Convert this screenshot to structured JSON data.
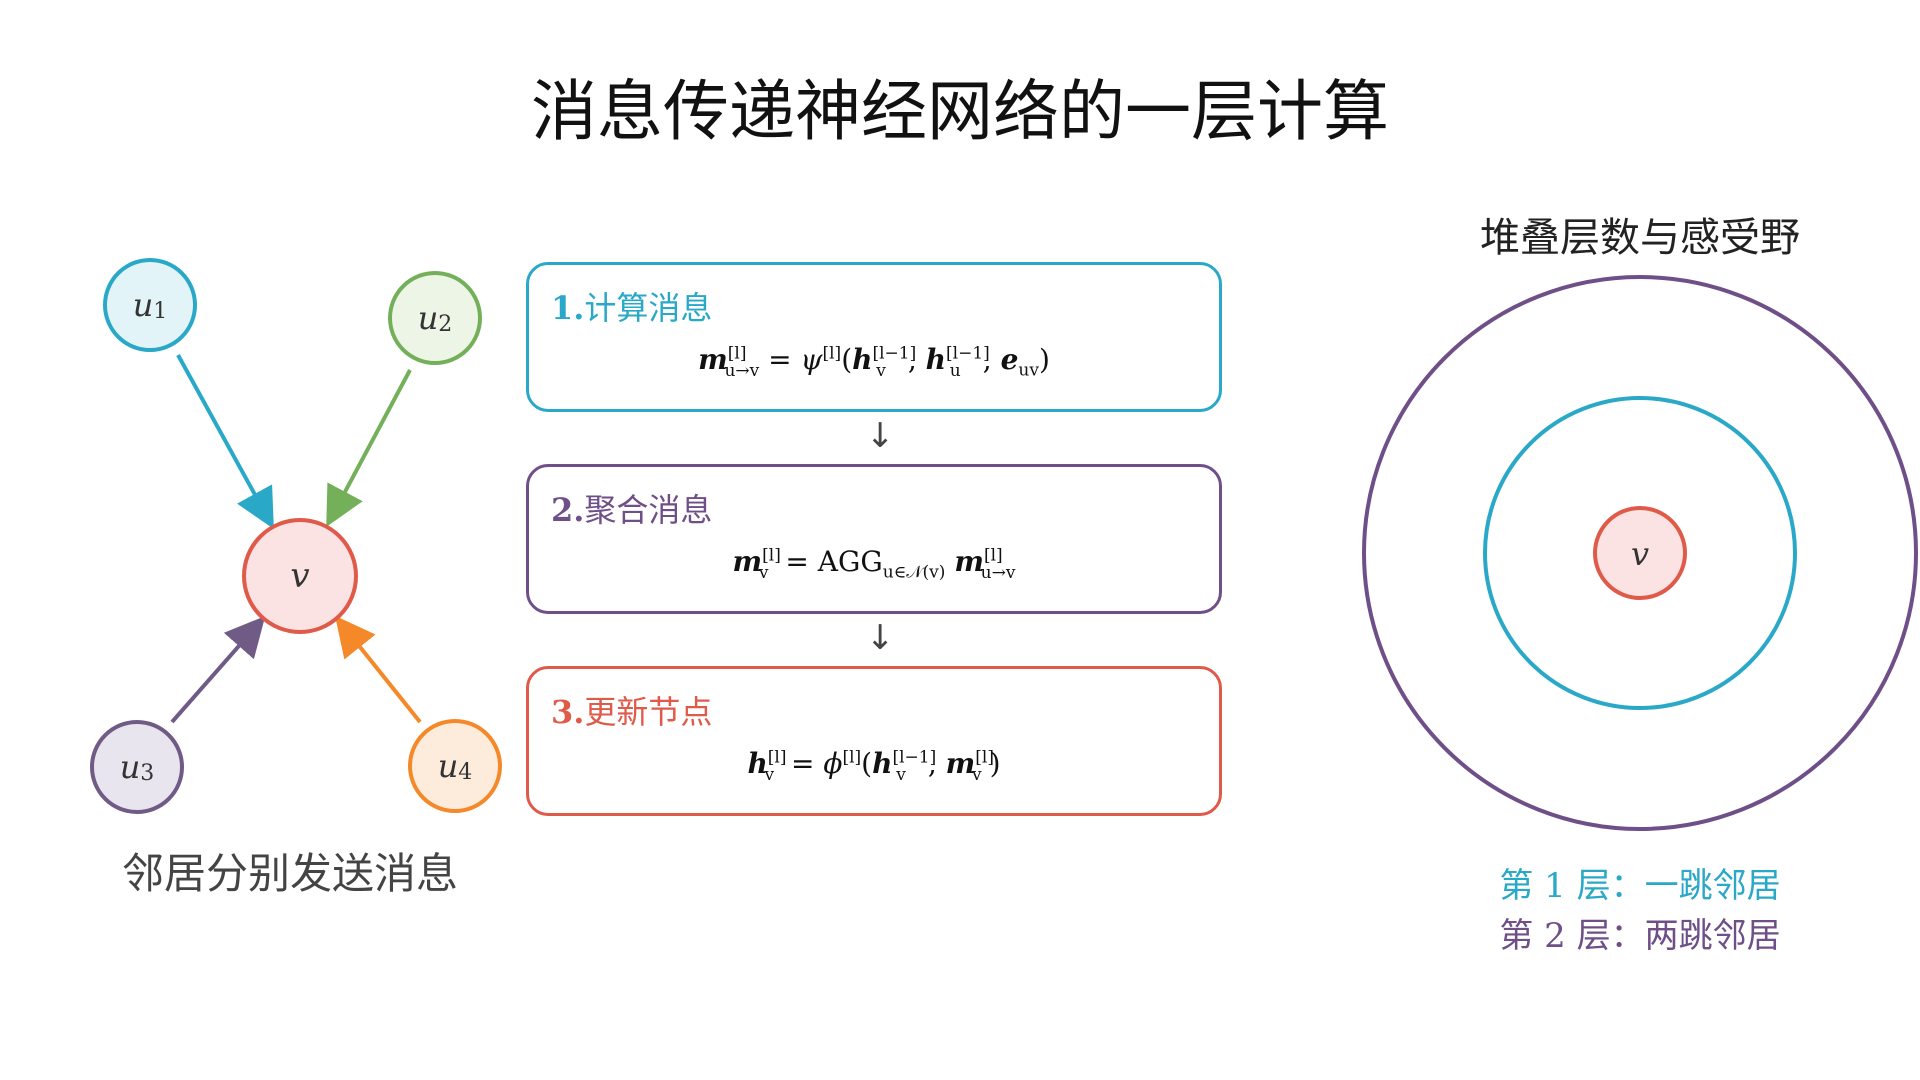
{
  "title": "消息传递神经网络的一层计算",
  "left_panel": {
    "caption": "邻居分别发送消息",
    "center_node": {
      "label": "v"
    },
    "neighbors": [
      {
        "base": "u",
        "sub": "1",
        "color": "#2aa8c8"
      },
      {
        "base": "u",
        "sub": "2",
        "color": "#74b05a"
      },
      {
        "base": "u",
        "sub": "3",
        "color": "#705b86"
      },
      {
        "base": "u",
        "sub": "4",
        "color": "#f5892a"
      }
    ]
  },
  "steps": [
    {
      "number": "1.",
      "label": "计算消息",
      "color": "#2aa8c8"
    },
    {
      "number": "2.",
      "label": "聚合消息",
      "color": "#6f4f88"
    },
    {
      "number": "3.",
      "label": "更新节点",
      "color": "#e05a4a"
    }
  ],
  "formulas": {
    "f1": {
      "psi": "ψ",
      "sup_l": "[l]",
      "sup_l1": "[l−1]",
      "sub_ut": "u→v",
      "sub_v": "v",
      "sub_u": "u",
      "sub_uv": "uv",
      "m": "m",
      "h": "h",
      "e": "e"
    },
    "f2": {
      "agg": "AGG",
      "agg_sub": "u∈𝒩(v)",
      "sup_l": "[l]",
      "sub_v": "v",
      "sub_ut": "u→v",
      "m": "m"
    },
    "f3": {
      "phi": "ϕ",
      "sup_l": "[l]",
      "sup_l1": "[l−1]",
      "sub_v": "v",
      "h": "h",
      "m": "m"
    }
  },
  "right_panel": {
    "title": "堆叠层数与感受野",
    "center_label": "v",
    "legend": [
      {
        "prefix": "第",
        "num": "1",
        "suffix": "层：一跳邻居",
        "color": "#2aa8c8"
      },
      {
        "prefix": "第",
        "num": "2",
        "suffix": "层：两跳邻居",
        "color": "#6f4f88"
      }
    ]
  },
  "colors": {
    "cyan": "#2aa8c8",
    "green": "#74b05a",
    "purple": "#6f4f88",
    "orange": "#f5892a",
    "red": "#e05a4a"
  }
}
